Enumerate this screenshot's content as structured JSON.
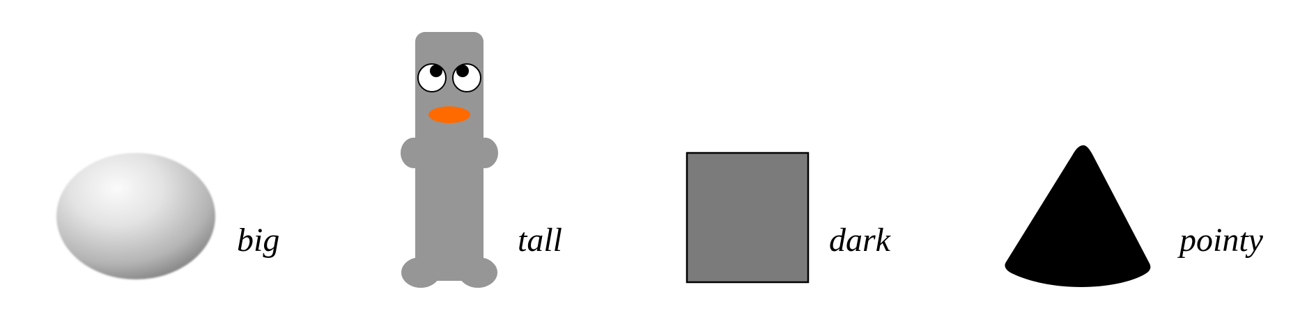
{
  "items": [
    {
      "label": "big",
      "icon": "egg-ellipse-icon"
    },
    {
      "label": "tall",
      "icon": "tall-cartoon-figure-icon"
    },
    {
      "label": "dark",
      "icon": "gray-square-icon"
    },
    {
      "label": "pointy",
      "icon": "black-cone-icon"
    }
  ],
  "colors": {
    "background": "#ffffff",
    "egg_light": "#f7f7f7",
    "egg_shadow": "#6a6a6a",
    "figure_body": "#969696",
    "beak": "#ff6a00",
    "square_fill": "#7b7b7b",
    "square_border": "#000000",
    "cone": "#000000"
  }
}
